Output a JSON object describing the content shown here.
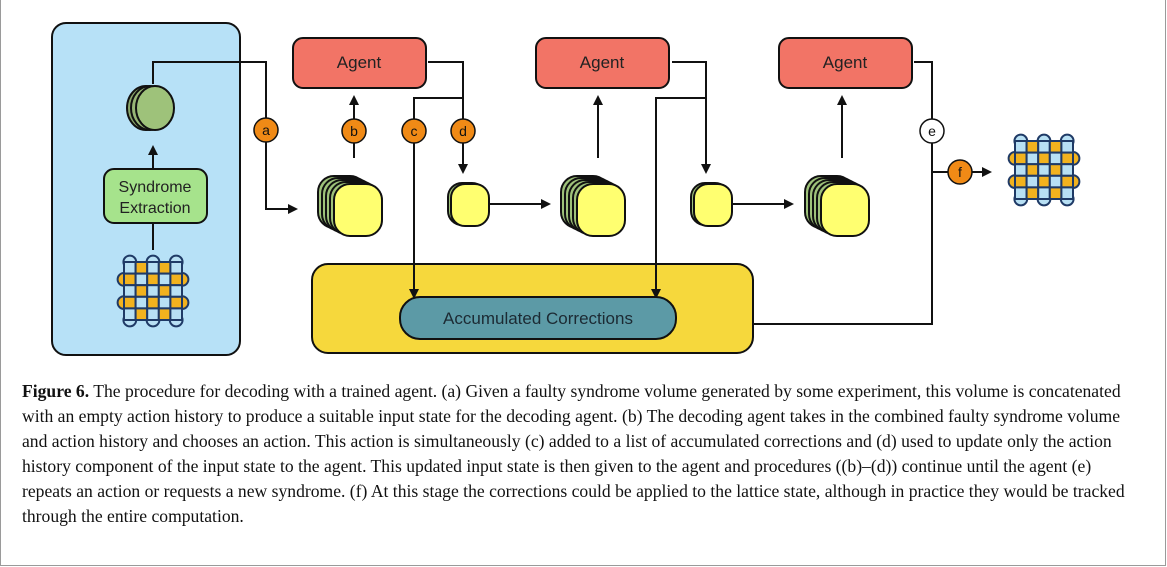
{
  "diagram": {
    "agent_label": "Agent",
    "syndrome_extraction_line1": "Syndrome",
    "syndrome_extraction_line2": "Extraction",
    "accumulated_corrections": "Accumulated Corrections",
    "markers": {
      "a": "a",
      "b": "b",
      "c": "c",
      "d": "d",
      "e": "e",
      "f": "f"
    },
    "colors": {
      "agent": "#f27466",
      "panel_blue": "#b7e1f7",
      "syndrome_box": "#a6e38c",
      "yellow_panel": "#f6d83c",
      "corrections_box": "#5c9aa6",
      "marker_orange": "#f08a16",
      "node_yellow": "#ffff70",
      "node_green": "#9ec27a",
      "lattice_orange": "#f2b21e",
      "lattice_blue": "#b8e0f4",
      "lattice_navy": "#1f3a66"
    }
  },
  "caption": {
    "label": "Figure 6.",
    "text": " The procedure for decoding with a trained agent. (a) Given a faulty syndrome volume generated by some experiment, this volume is concatenated with an empty action history to produce a suitable input state for the decoding agent. (b) The decoding agent takes in the combined faulty syndrome volume and action history and chooses an action. This action is simultaneously (c) added to a list of accumulated corrections and (d) used to update only the action history component of the input state to the agent. This updated input state is then given to the agent and procedures ((b)–(d)) continue until the agent (e) repeats an action or requests a new syndrome. (f) At this stage the corrections could be applied to the lattice state, although in practice they would be tracked through the entire computation."
  }
}
